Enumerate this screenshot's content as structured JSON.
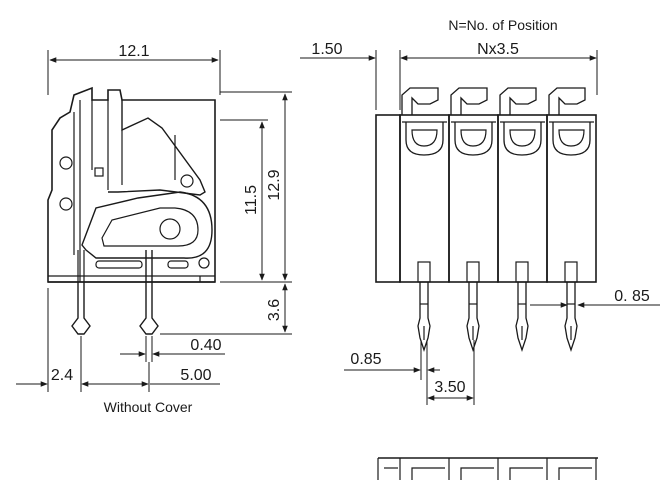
{
  "header_note": "N=No. of Position",
  "side_view": {
    "width_label": "12.1",
    "height_outer_label": "12.9",
    "height_inner_label": "11.5",
    "pin_length_label": "3.6",
    "pin_thickness_label": "0.40",
    "pin_offset_label": "2.4",
    "pin_pitch_label": "5.00",
    "caption": "Without Cover"
  },
  "front_view": {
    "left_offset_label": "1.50",
    "total_width_label": "Nx3.5",
    "pin_width_left_label": "0.85",
    "pin_pitch_label": "3.50",
    "pin_width_right_label": "0. 85"
  },
  "colors": {
    "line": "#1a1a1a",
    "background": "#ffffff"
  }
}
